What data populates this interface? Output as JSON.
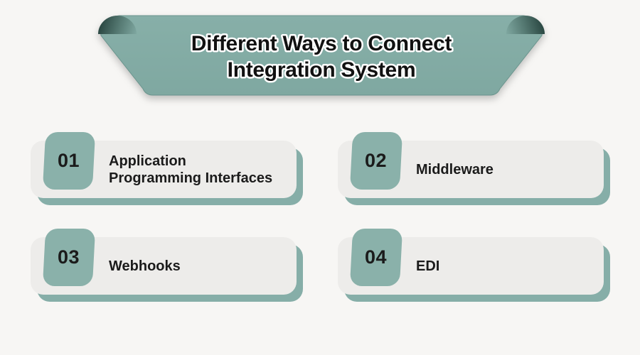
{
  "banner": {
    "title_line1": "Different Ways to Connect",
    "title_line2": "Integration System"
  },
  "items": [
    {
      "number": "01",
      "label_lines": [
        "Application",
        "Programming Interfaces"
      ]
    },
    {
      "number": "02",
      "label_lines": [
        "Middleware"
      ]
    },
    {
      "number": "03",
      "label_lines": [
        "Webhooks"
      ]
    },
    {
      "number": "04",
      "label_lines": [
        "EDI"
      ]
    }
  ],
  "colors": {
    "page_background": "#f7f6f4",
    "banner_teal": "#83aca5",
    "banner_fold_dark": "#24403b",
    "card_background": "#edecea",
    "badge_teal": "#8ab1aa",
    "card_shadow_teal": "#86aea8",
    "text": "#1b1b1b",
    "title_fill": "#111111",
    "title_outline": "#ffffff"
  }
}
